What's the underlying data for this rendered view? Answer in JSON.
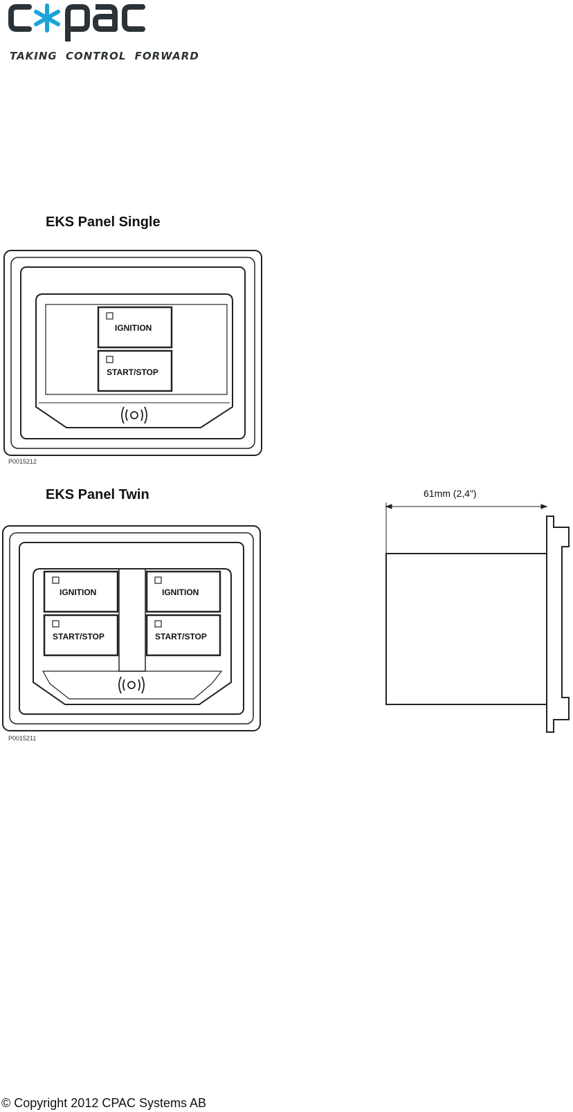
{
  "header": {
    "logo_text": "c*pac",
    "tagline": "TAKING CONTROL FORWARD"
  },
  "panel_single": {
    "title": "EKS Panel Single",
    "buttons": [
      "IGNITION",
      "START/STOP"
    ],
    "figure_code": "P0015212"
  },
  "panel_twin": {
    "title": "EKS Panel Twin",
    "buttons_left": [
      "IGNITION",
      "START/STOP"
    ],
    "buttons_right": [
      "IGNITION",
      "START/STOP"
    ],
    "figure_code": "P0015211"
  },
  "side_view": {
    "dimension_label": "61mm (2,4\")"
  },
  "footer": {
    "copyright": "© Copyright 2012 CPAC Systems AB"
  },
  "colors": {
    "logo_dark": "#2b3338",
    "logo_accent": "#1aa3d9",
    "line": "#222222"
  }
}
